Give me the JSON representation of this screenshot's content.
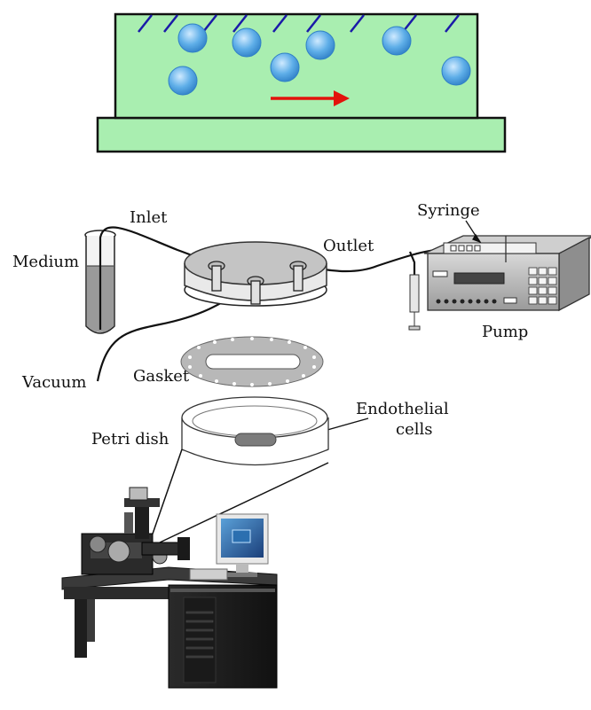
{
  "labels": {
    "inlet": "Inlet",
    "medium": "Medium",
    "outlet": "Outlet",
    "syringe": "Syringe",
    "pump": "Pump",
    "vacuum": "Vacuum",
    "gasket": "Gasket",
    "petri_dish": "Petri dish",
    "endothelial_cells_line1": "Endothelial",
    "endothelial_cells_line2": "cells"
  },
  "colors": {
    "channel_fill": "#a9eeb0",
    "cell_fill": "#5eaee8",
    "flow_arrow": "#e3120b",
    "wall_marks": "#1a1aa8"
  },
  "icons": {
    "flow_arrow": "right-arrow",
    "syringe_pump": "syringe-pump",
    "microscope_station": "microscope-workstation"
  }
}
